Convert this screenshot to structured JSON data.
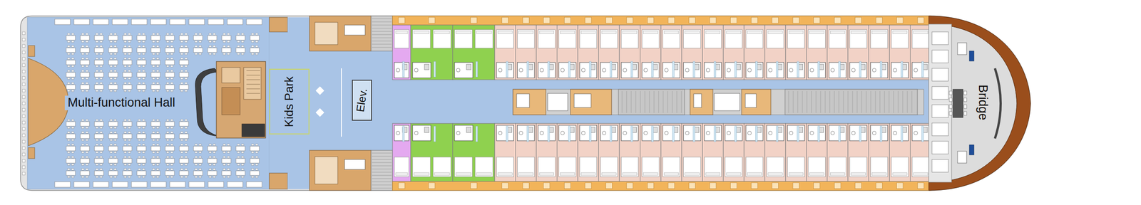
{
  "diagram": {
    "nodes": [
      {
        "text": [
          "Multi-functional Hall"
        ]
      },
      {
        "text": [
          "Kids Park"
        ]
      },
      {
        "text": [
          "Elev."
        ]
      },
      {
        "text": [
          "Bridge"
        ]
      }
    ]
  }
}
